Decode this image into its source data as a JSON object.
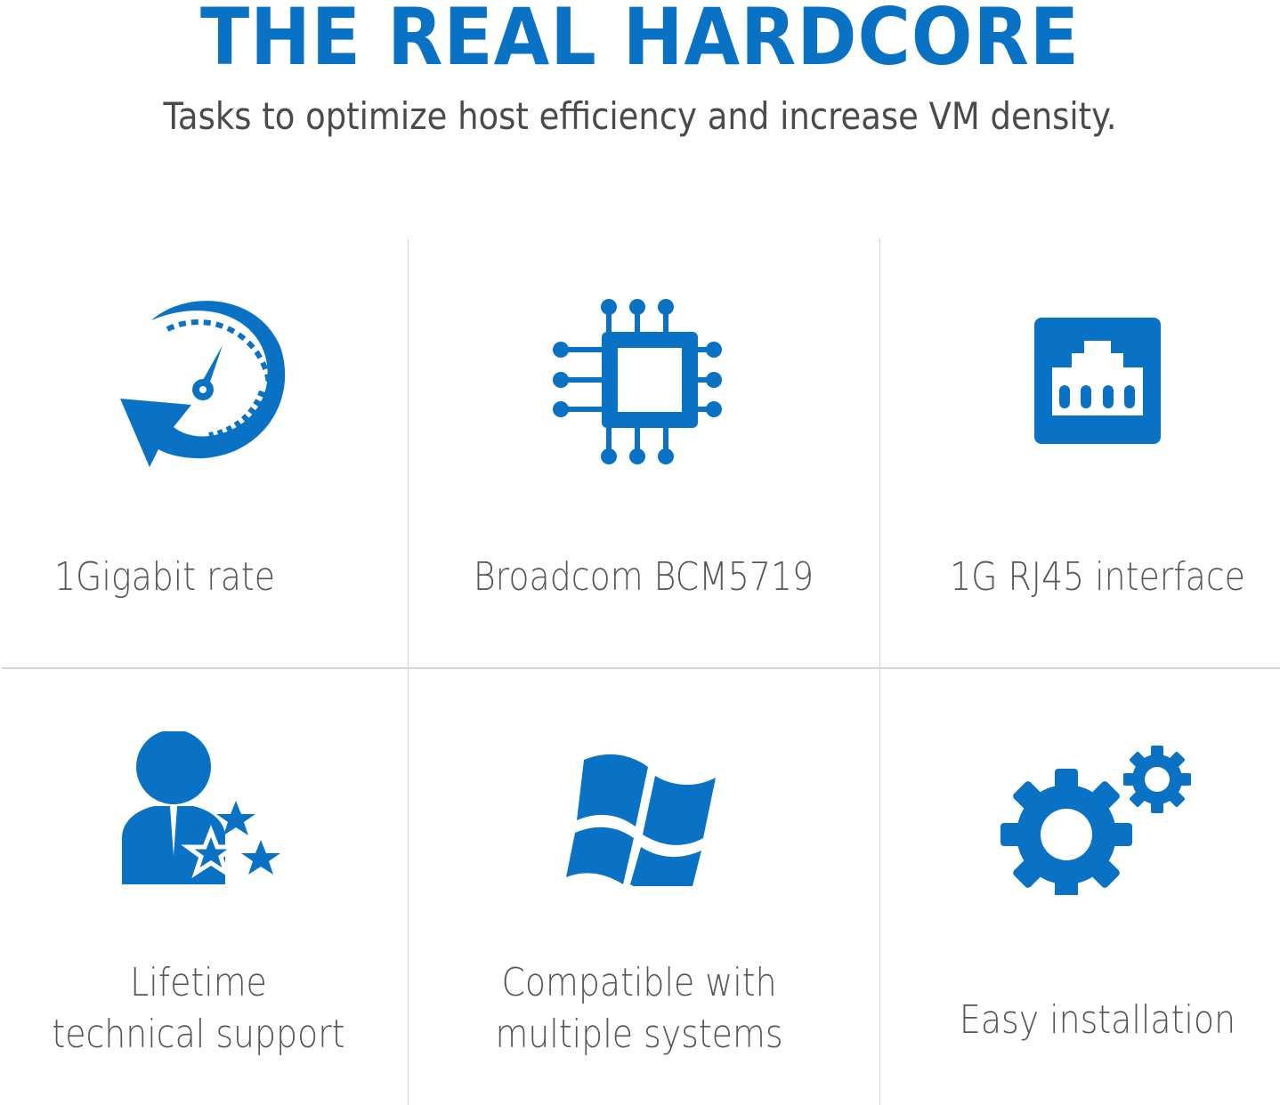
{
  "header": {
    "title": "THE REAL HARDCORE",
    "subtitle": "Tasks to optimize host efficiency and increase VM density."
  },
  "colors": {
    "accent": "#0a72c4",
    "text": "#555555",
    "divider": "#d4d4d4"
  },
  "features": [
    {
      "icon": "speedometer-icon",
      "label": "1Gigabit rate"
    },
    {
      "icon": "chip-icon",
      "label": "Broadcom BCM5719"
    },
    {
      "icon": "rj45-port-icon",
      "label": "1G RJ45 interface"
    },
    {
      "icon": "support-person-stars-icon",
      "label_line1": "Lifetime",
      "label_line2": "technical support"
    },
    {
      "icon": "windows-logo-icon",
      "label_line1": "Compatible with",
      "label_line2": "multiple systems"
    },
    {
      "icon": "gears-icon",
      "label": "Easy installation"
    }
  ]
}
